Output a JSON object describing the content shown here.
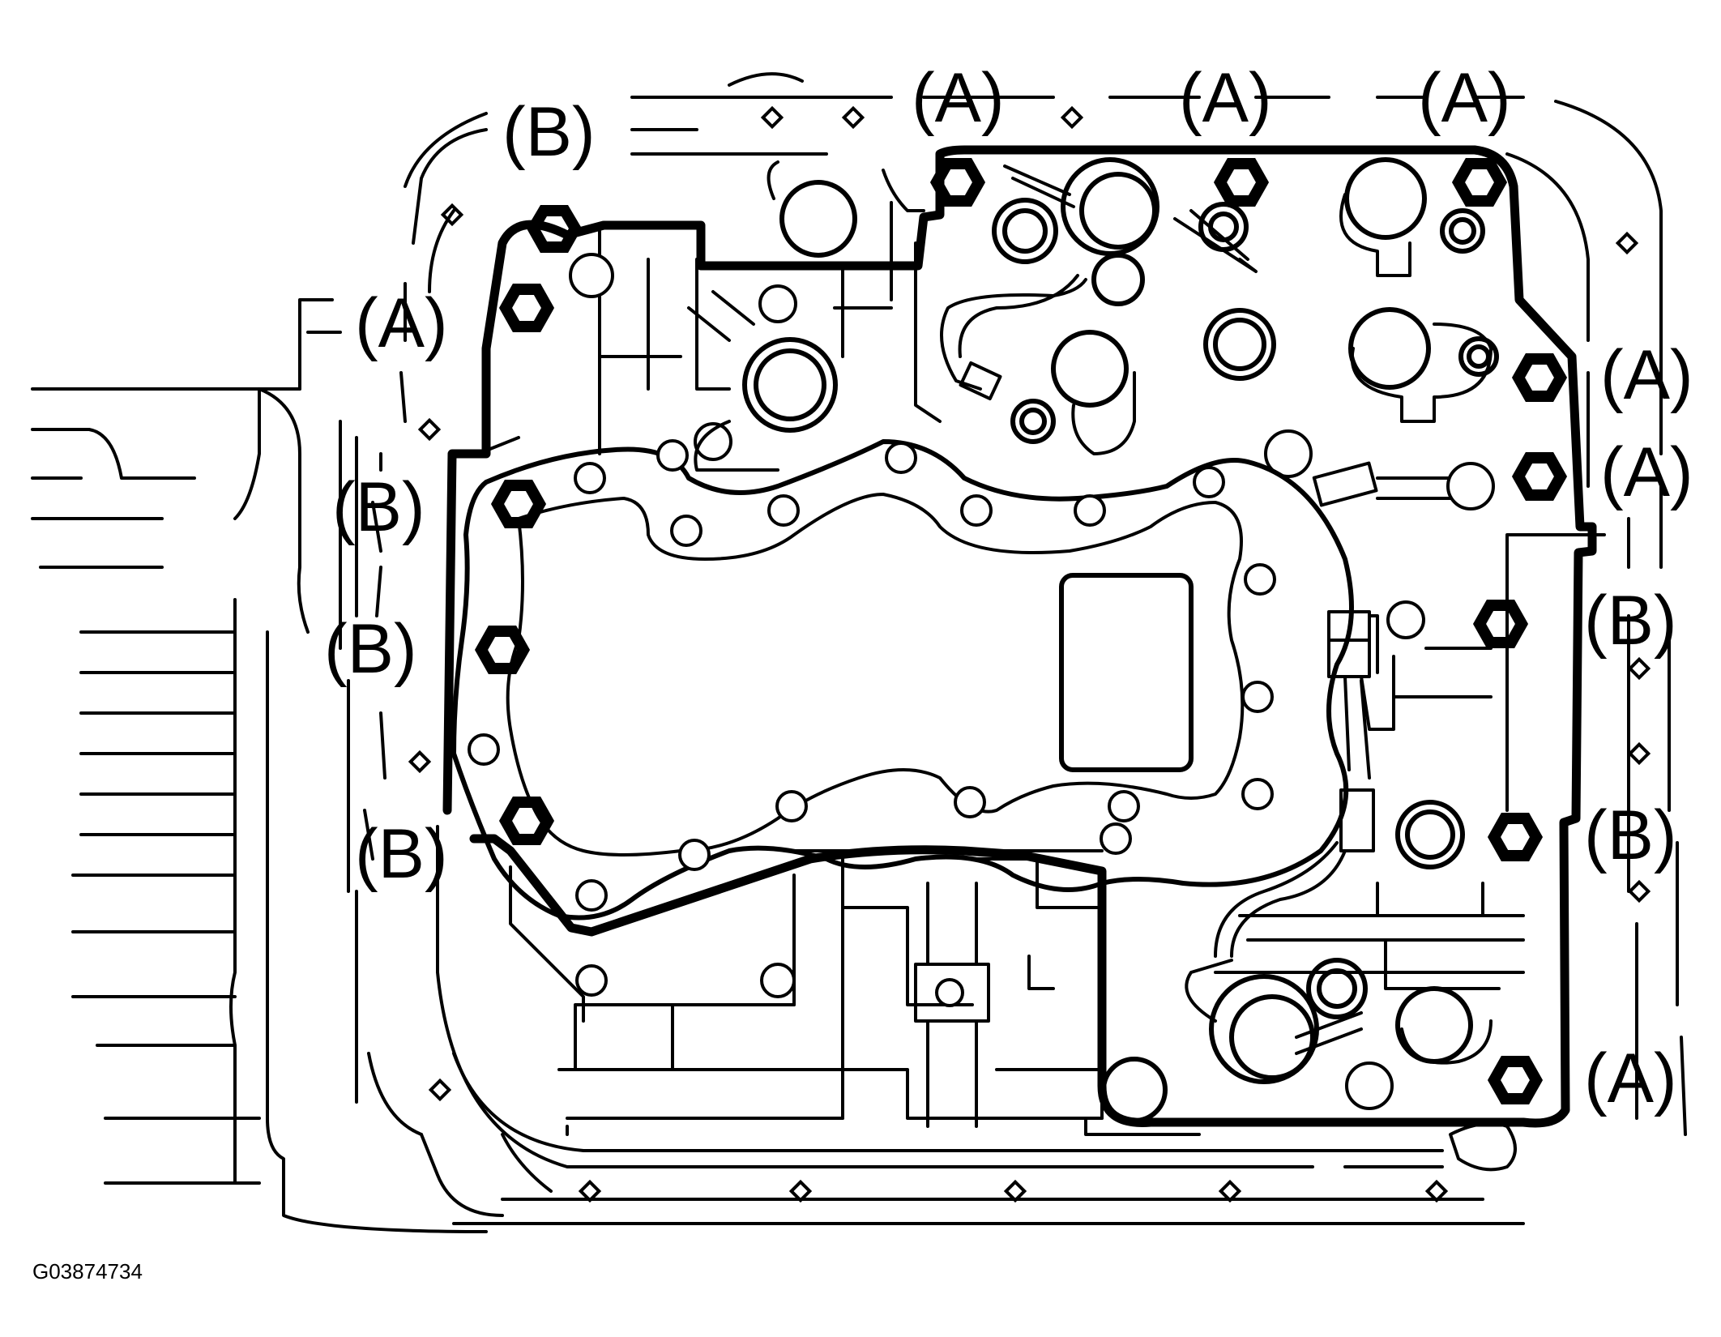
{
  "labels": {
    "a": "(A)",
    "b": "(B)"
  },
  "figure_id": "G03874734",
  "colors": {
    "line": "#000000",
    "background": "#ffffff"
  }
}
